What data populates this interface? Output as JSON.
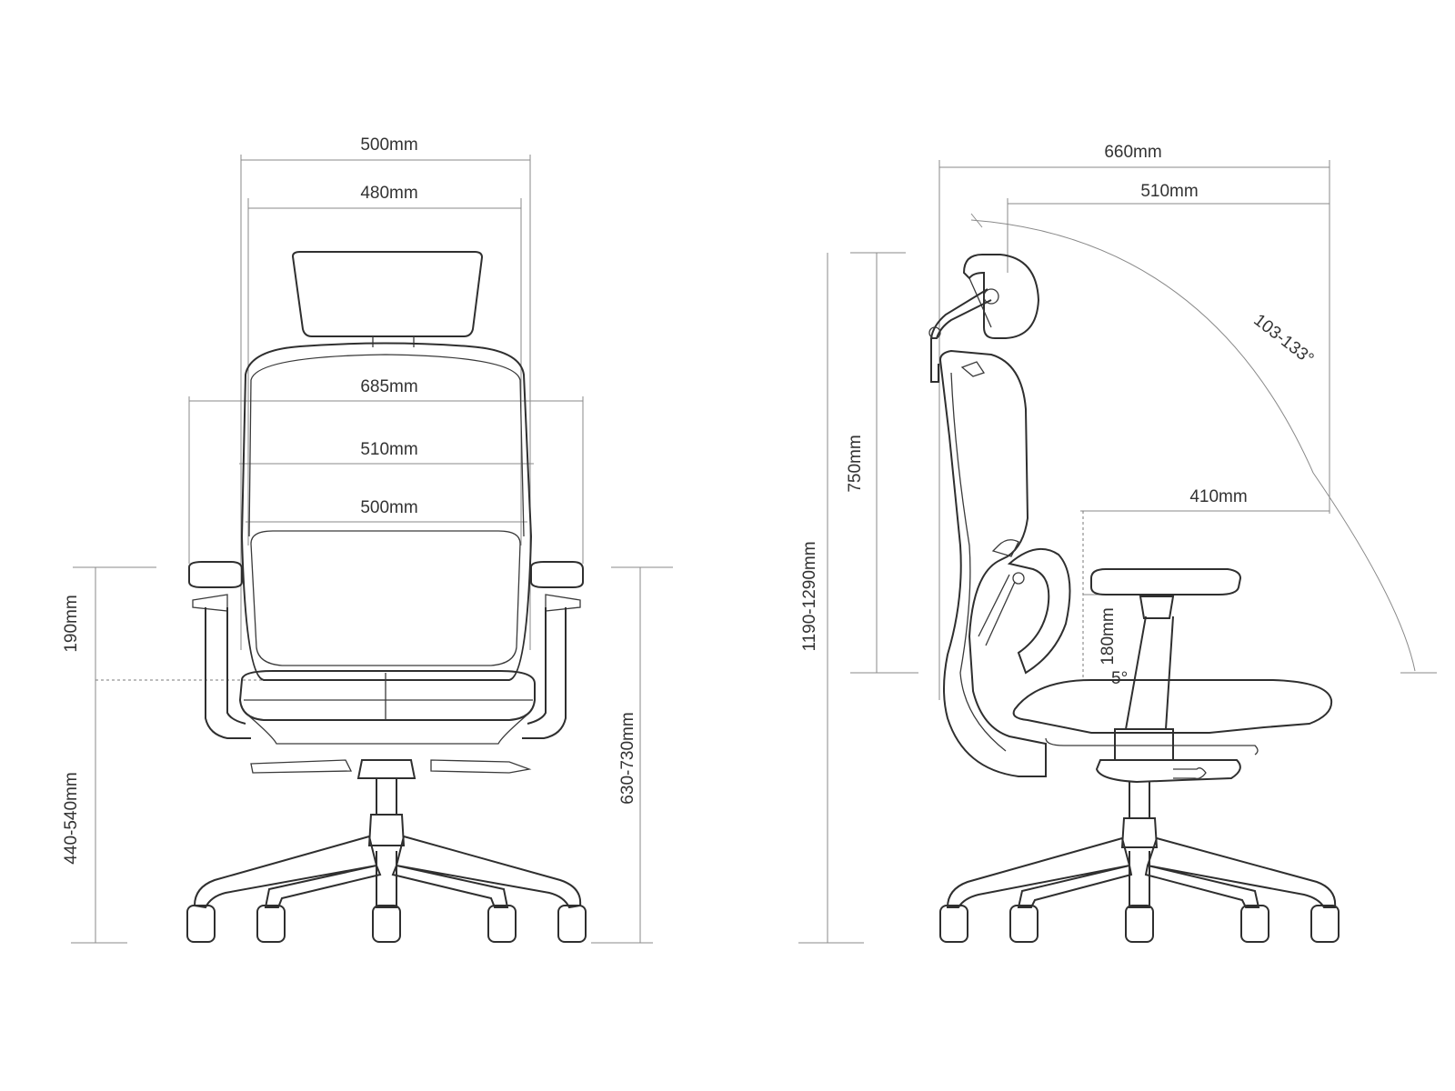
{
  "front_view": {
    "dimensions": {
      "overall_width": "500mm",
      "headrest_width": "480mm",
      "armrest_span": "685mm",
      "backrest_width": "510mm",
      "seat_width": "500mm",
      "armrest_height": "190mm",
      "seat_height": "440-540mm",
      "armrest_floor_height": "630-730mm"
    }
  },
  "side_view": {
    "dimensions": {
      "overall_depth": "660mm",
      "seat_depth": "510mm",
      "recline_angle": "103-133°",
      "back_height": "750mm",
      "overall_height": "1190-1290mm",
      "armrest_depth": "410mm",
      "armrest_height": "180mm",
      "seat_tilt": "5°"
    }
  }
}
